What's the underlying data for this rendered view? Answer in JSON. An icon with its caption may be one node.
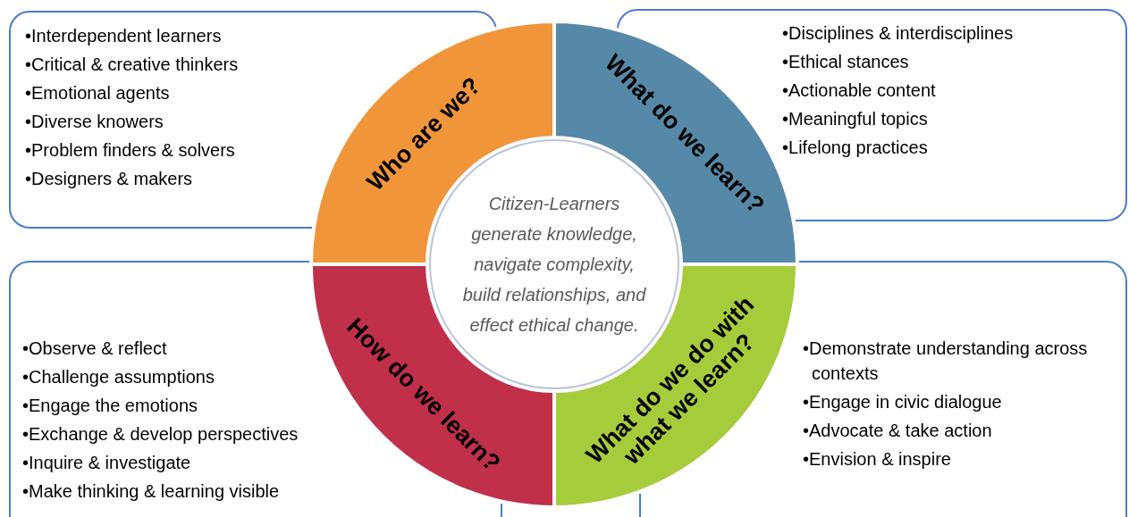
{
  "diagram": {
    "nodes": [
      {
        "text": [
          "•Interdependent learners",
          "•Critical & creative thinkers",
          "•Emotional agents",
          "•Diverse knowers",
          "•Problem finders & solvers",
          "•Designers & makers"
        ]
      },
      {
        "text": [
          "Who are we?"
        ]
      },
      {
        "text": [
          "What do we learn?"
        ]
      },
      {
        "text": [
          "•Disciplines & interdisciplines",
          "•Ethical stances",
          "•Actionable content",
          "•Meaningful topics",
          "•Lifelong practices"
        ]
      },
      {
        "text": [
          "Citizen-Learners generate knowledge, navigate complexity, build relationships, and effect ethical change."
        ]
      },
      {
        "text": [
          "How do we learn?"
        ]
      },
      {
        "text": [
          "What do we do with what we learn?"
        ]
      },
      {
        "text": [
          "•Observe & reflect",
          "•Challenge assumptions",
          "•Engage the emotions",
          "•Exchange & develop perspectives",
          "•Inquire & investigate",
          "•Make thinking & learning visible"
        ]
      },
      {
        "text": [
          "•Demonstrate understanding across contexts",
          "•Engage in civic dialogue",
          "•Advocate & take action",
          "•Envision & inspire"
        ]
      }
    ]
  }
}
